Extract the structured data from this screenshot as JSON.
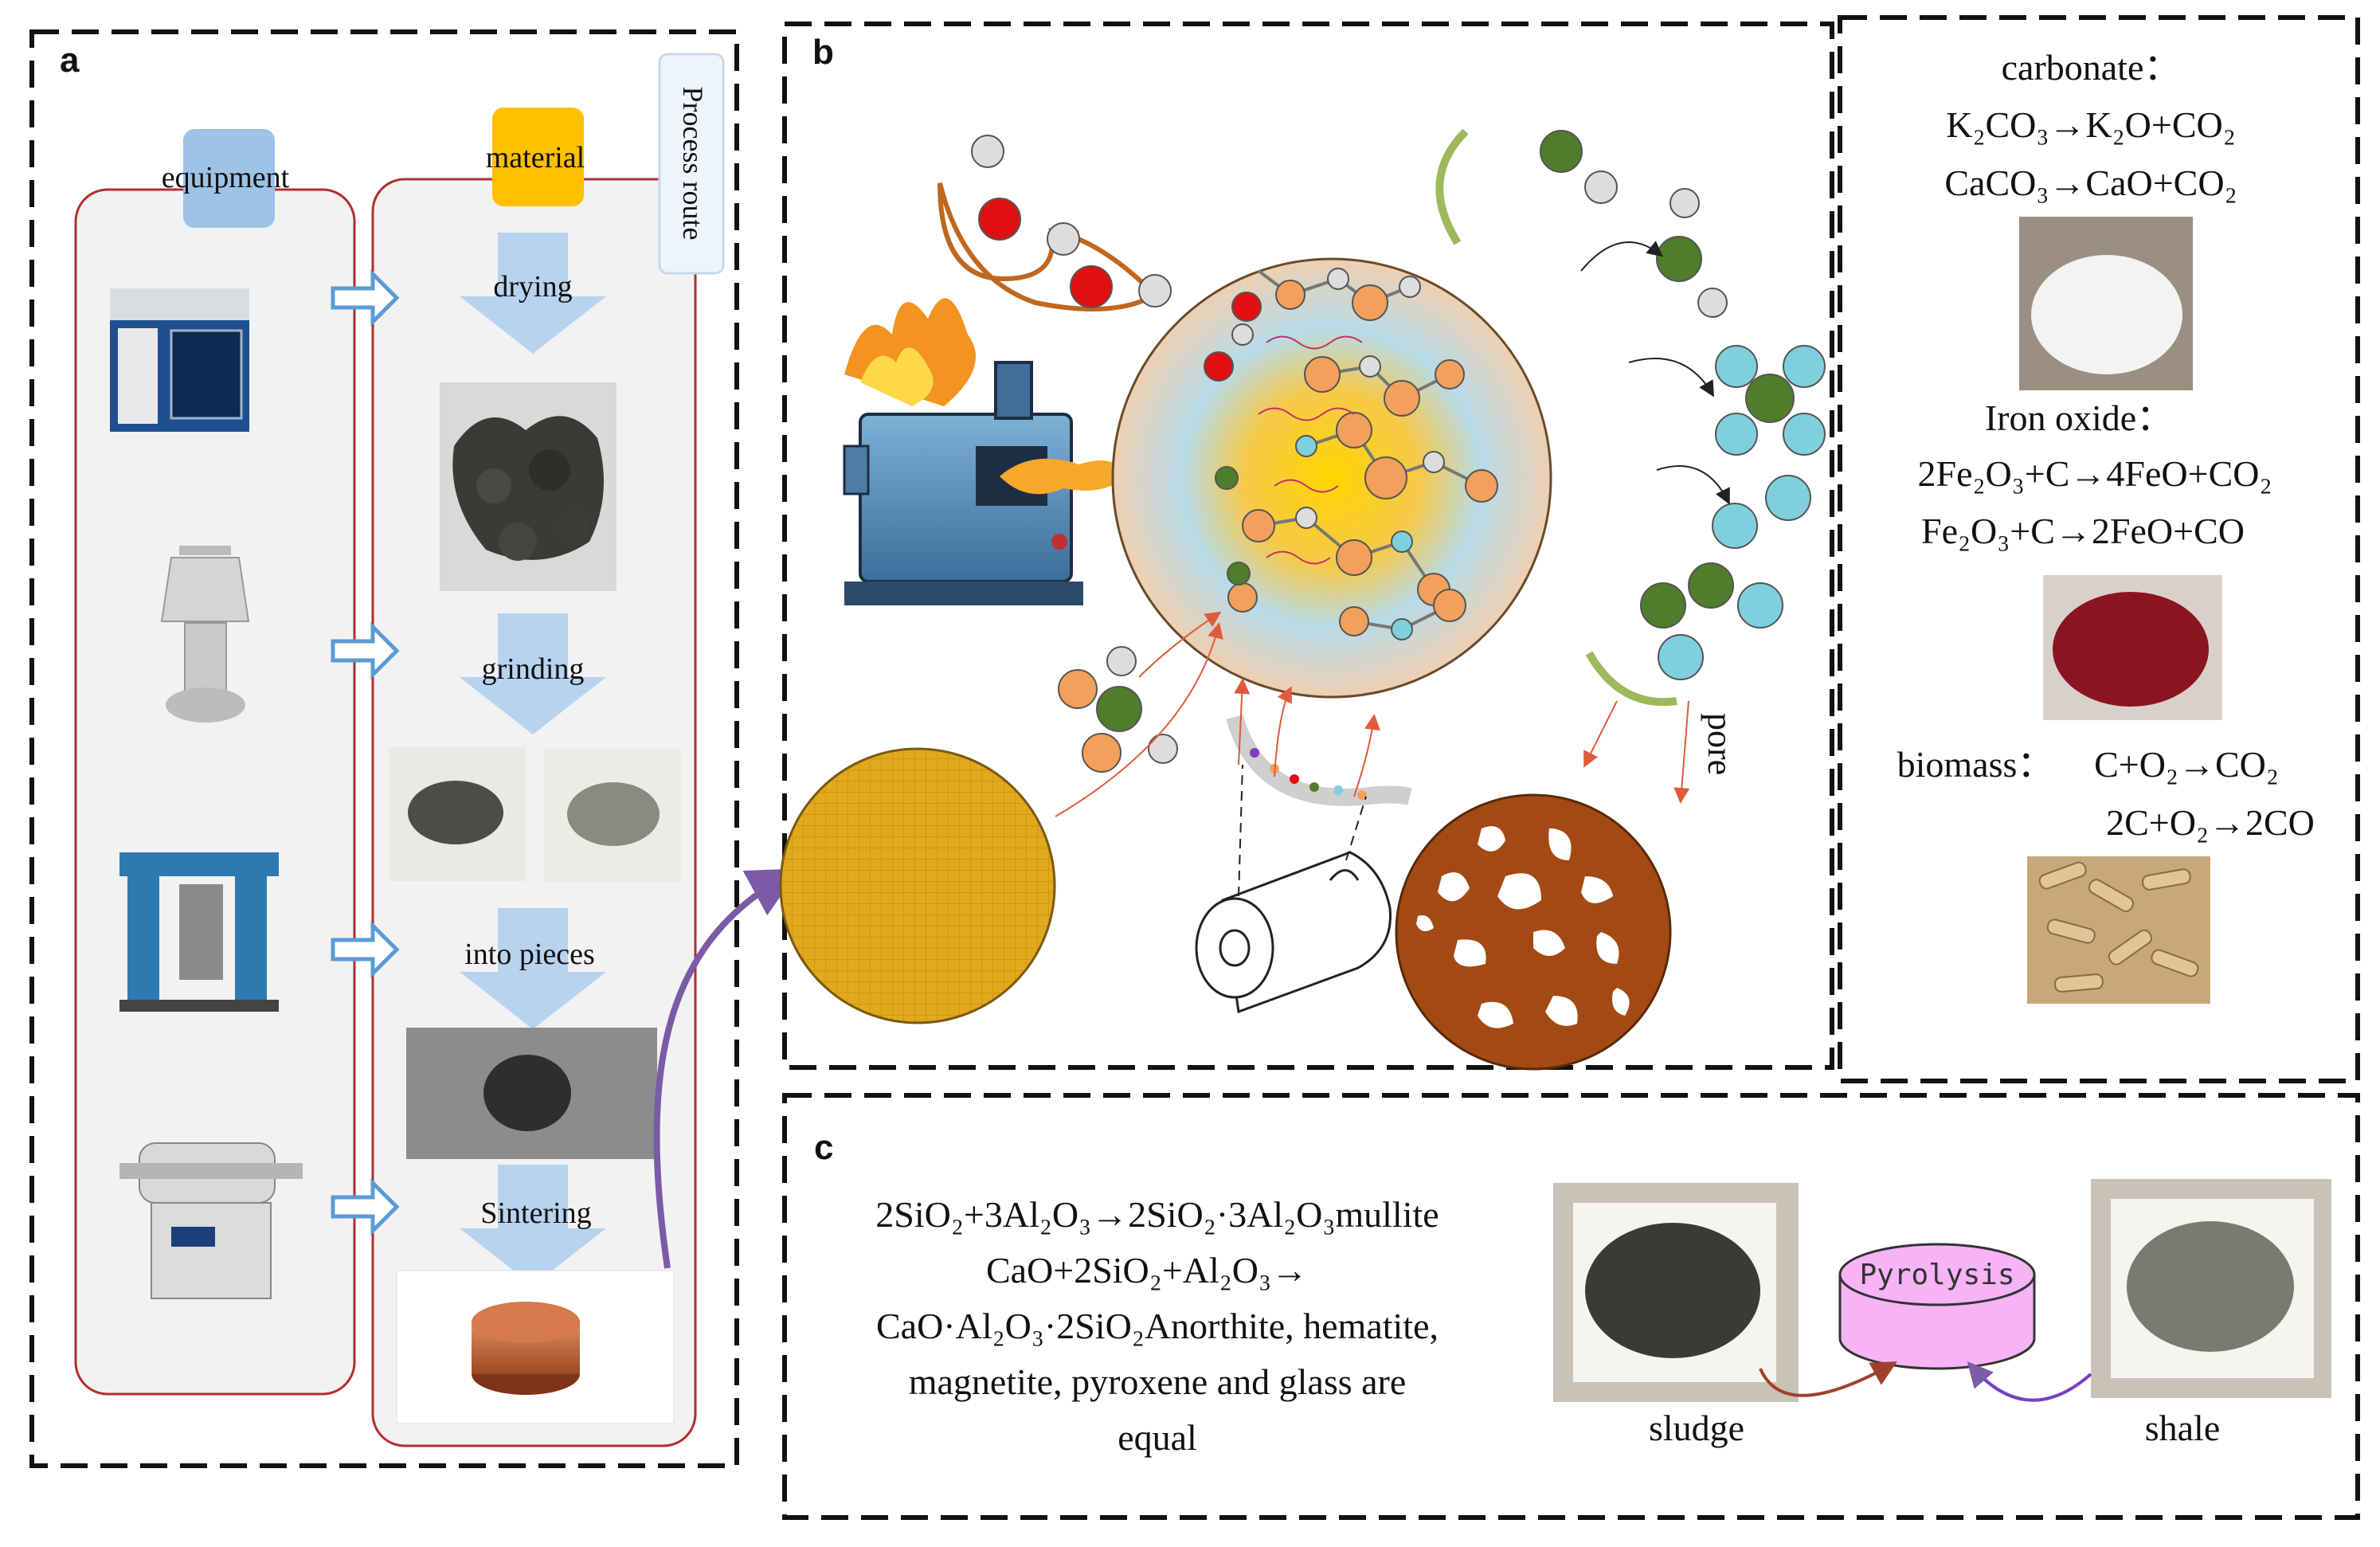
{
  "panels": {
    "a": {
      "letter": "a",
      "equipment_label": "equipment",
      "material_label": "material",
      "process_route_label": "Process route",
      "steps": [
        "drying",
        "grinding",
        "into pieces",
        "Sintering"
      ]
    },
    "b": {
      "letter": "b",
      "pore_label": "pore",
      "reactions": {
        "carbonate_title": "carbonate：",
        "carbonate_eq1": "K₂CO₃→K₂O+CO₂",
        "carbonate_eq2": "CaCO₃→CaO+CO₂",
        "iron_title": "Iron oxide：",
        "iron_eq1": "2Fe₂O₃+C→4FeO+CO₂",
        "iron_eq2": "Fe₂O₃+C→2FeO+CO",
        "biomass_title": "biomass：",
        "biomass_eq1": "C+O₂→CO₂",
        "biomass_eq2": "2C+O₂→2CO"
      }
    },
    "c": {
      "letter": "c",
      "eq_line1": "2SiO₂+3Al₂O₃→2SiO₂·3Al₂O₃mullite",
      "eq_line2": "CaO+2SiO₂+Al₂O₃→",
      "eq_line3": "CaO·Al₂O₃·2SiO₂Anorthite, hematite,",
      "eq_line4": "magnetite, pyroxene and glass are",
      "eq_line5": "equal",
      "pyrolysis_label": "Pyrolysis",
      "sludge_label": "sludge",
      "shale_label": "shale"
    }
  },
  "colors": {
    "pipeline_arrow": "#b7d3ef",
    "material_box": "#ffc000",
    "equipment_box": "#9dc3e6",
    "process_curve": "#7b5aa6",
    "pyrolysis_fill": "#f6b3f6",
    "porous_fill": "#a34a14",
    "powder_disc": "#e2a91e",
    "atom_green": "#4f7d2b",
    "atom_orange": "#f2a05b",
    "atom_blue": "#7fd0dc",
    "atom_red": "#e01010"
  }
}
